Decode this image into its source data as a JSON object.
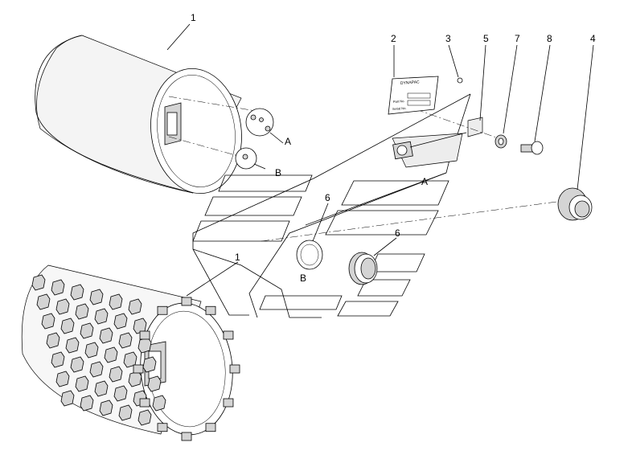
{
  "callouts": {
    "drum_smooth": "1",
    "plate": "2",
    "item3": "3",
    "item4": "4",
    "item5": "5",
    "item6_upper": "6",
    "item6_lower": "6",
    "item7": "7",
    "item8": "8",
    "drum_padfoot": "1"
  },
  "detail_refs": {
    "a_drum": "A",
    "b_drum": "B",
    "a_frame": "A",
    "b_frame": "B"
  },
  "plate_text": {
    "brand": "DYNAPAC",
    "line1": "Part No.",
    "line2": "Serial No."
  }
}
